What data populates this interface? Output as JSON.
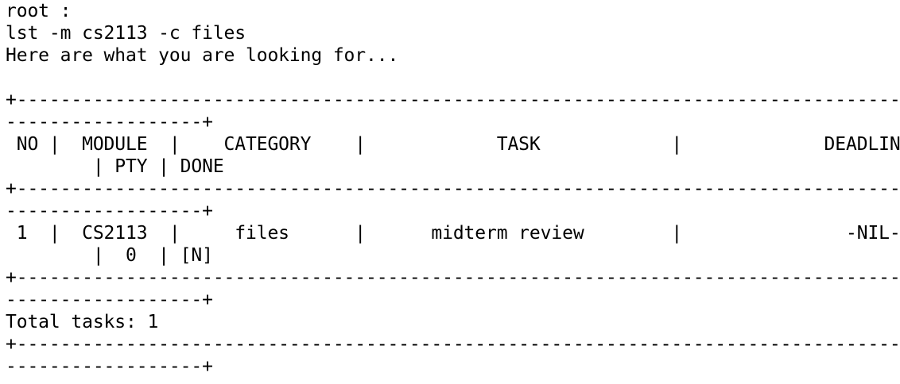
{
  "terminal": {
    "prompt": "root :",
    "command": "lst -m cs2113 -c files",
    "message": "Here are what you are looking for...",
    "blank": "",
    "border_top": "+-----------------------------------------------------------------------------------------------------------",
    "border_bottom": "------------------+",
    "header_main": " NO |  MODULE  |    CATEGORY    |            TASK            |             DEADLINE",
    "header_wrap": "        | PTY | DONE",
    "row_main": " 1  |  CS2113  |     files      |      midterm review        |               -NIL-",
    "row_wrap": "        |  0  | [N]",
    "total": "Total tasks: 1"
  }
}
